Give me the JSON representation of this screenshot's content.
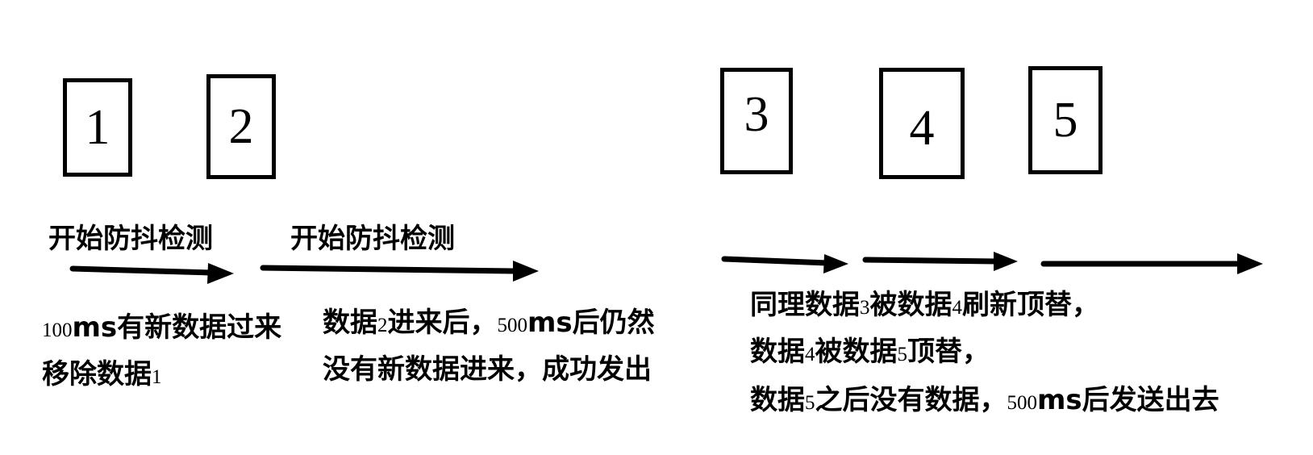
{
  "boxes": [
    "1",
    "2",
    "3",
    "4",
    "5"
  ],
  "labels": {
    "debounce_start_1": "开始防抖检测",
    "debounce_start_2": "开始防抖检测"
  },
  "notes": {
    "note1": {
      "line1": {
        "n1": "100",
        "t1": "ms有新数据过来"
      },
      "line2": {
        "t1": "移除数据",
        "n1": "1"
      }
    },
    "note2": {
      "line1": {
        "t1": "数据",
        "n1": "2",
        "t2": "进来后，",
        "n2": "500",
        "t3": "ms后仍然"
      },
      "line2": {
        "t1": "没有新数据进来，成功发出"
      }
    },
    "note3": {
      "line1": {
        "t1": "同理数据",
        "n1": "3",
        "t2": "被数据",
        "n2": "4",
        "t3": "刷新顶替，"
      },
      "line2": {
        "t1": "数据",
        "n1": "4",
        "t2": "被数据",
        "n2": "5",
        "t3": "顶替，"
      },
      "line3": {
        "t1": "数据",
        "n1": "5",
        "t2": "之后没有数据，",
        "n2": "500",
        "t3": "ms后发送出去"
      }
    }
  }
}
